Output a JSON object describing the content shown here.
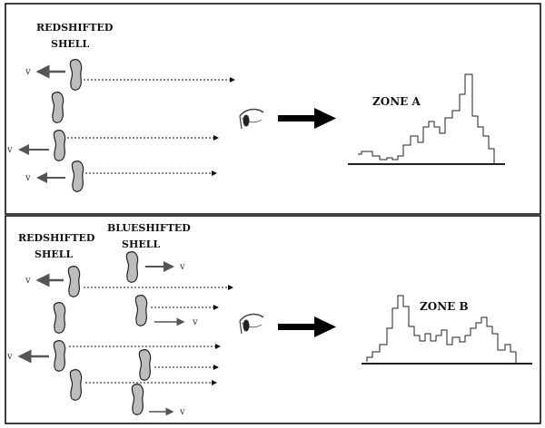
{
  "panels": [
    {
      "shell_label_line1": "REDSHIFTED",
      "shell_label_line2": "SHELL",
      "zone_label": "ZONE A",
      "velocity_label": "v"
    },
    {
      "red_label_line1": "REDSHIFTED",
      "red_label_line2": "SHELL",
      "blue_label_line1": "BLUESHIFTED",
      "blue_label_line2": "SHELL",
      "zone_label": "ZONE B",
      "velocity_label": "v"
    }
  ],
  "colors": {
    "border": "#000000",
    "cloud_fill": "#bdbdbd",
    "cloud_stroke": "#222222",
    "arrow_gray": "#555555",
    "dotted": "#111111",
    "big_arrow": "#000000"
  },
  "icons": [
    "cloud-blob-icon",
    "eye-icon",
    "arrow-icon"
  ]
}
